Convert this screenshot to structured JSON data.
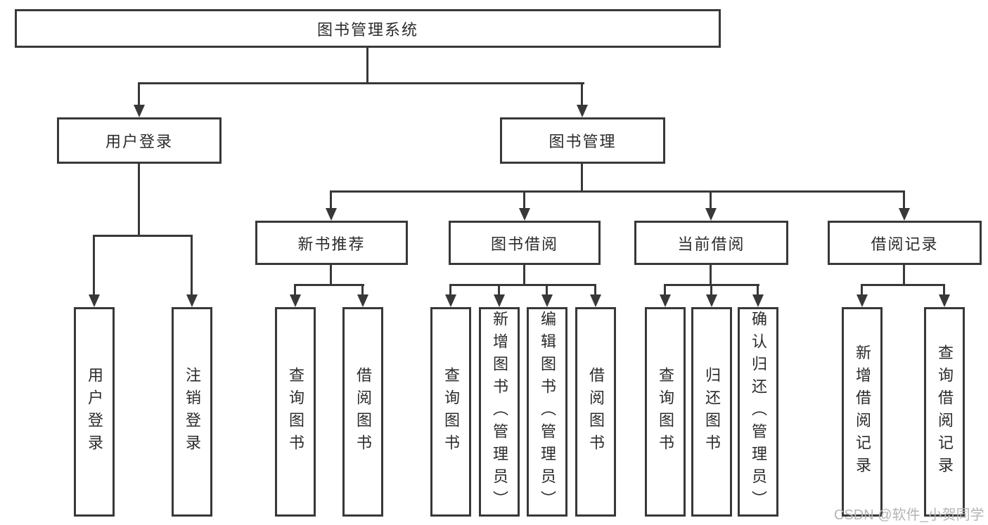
{
  "tree": {
    "root": {
      "label": "图书管理系统"
    },
    "user_login": {
      "label": "用户登录",
      "children": [
        {
          "label": "用户登录"
        },
        {
          "label": "注销登录"
        }
      ]
    },
    "book_mgmt": {
      "label": "图书管理",
      "sections": [
        {
          "label": "新书推荐",
          "children": [
            {
              "label": "查询图书"
            },
            {
              "label": "借阅图书"
            }
          ]
        },
        {
          "label": "图书借阅",
          "children": [
            {
              "label": "查询图书"
            },
            {
              "label": "新增图书（管理员）"
            },
            {
              "label": "编辑图书（管理员）"
            },
            {
              "label": "借阅图书"
            }
          ]
        },
        {
          "label": "当前借阅",
          "children": [
            {
              "label": "查询图书"
            },
            {
              "label": "归还图书"
            },
            {
              "label": "确认归还（管理员）"
            }
          ]
        },
        {
          "label": "借阅记录",
          "children": [
            {
              "label": "新增借阅记录"
            },
            {
              "label": "查询借阅记录"
            }
          ]
        }
      ]
    }
  },
  "watermark": {
    "text": "CSDN @软件_小贺同学"
  },
  "colors": {
    "line": "#383838",
    "text": "#2b2b2b",
    "watermark": "#b5b5b5",
    "background": "#ffffff"
  }
}
